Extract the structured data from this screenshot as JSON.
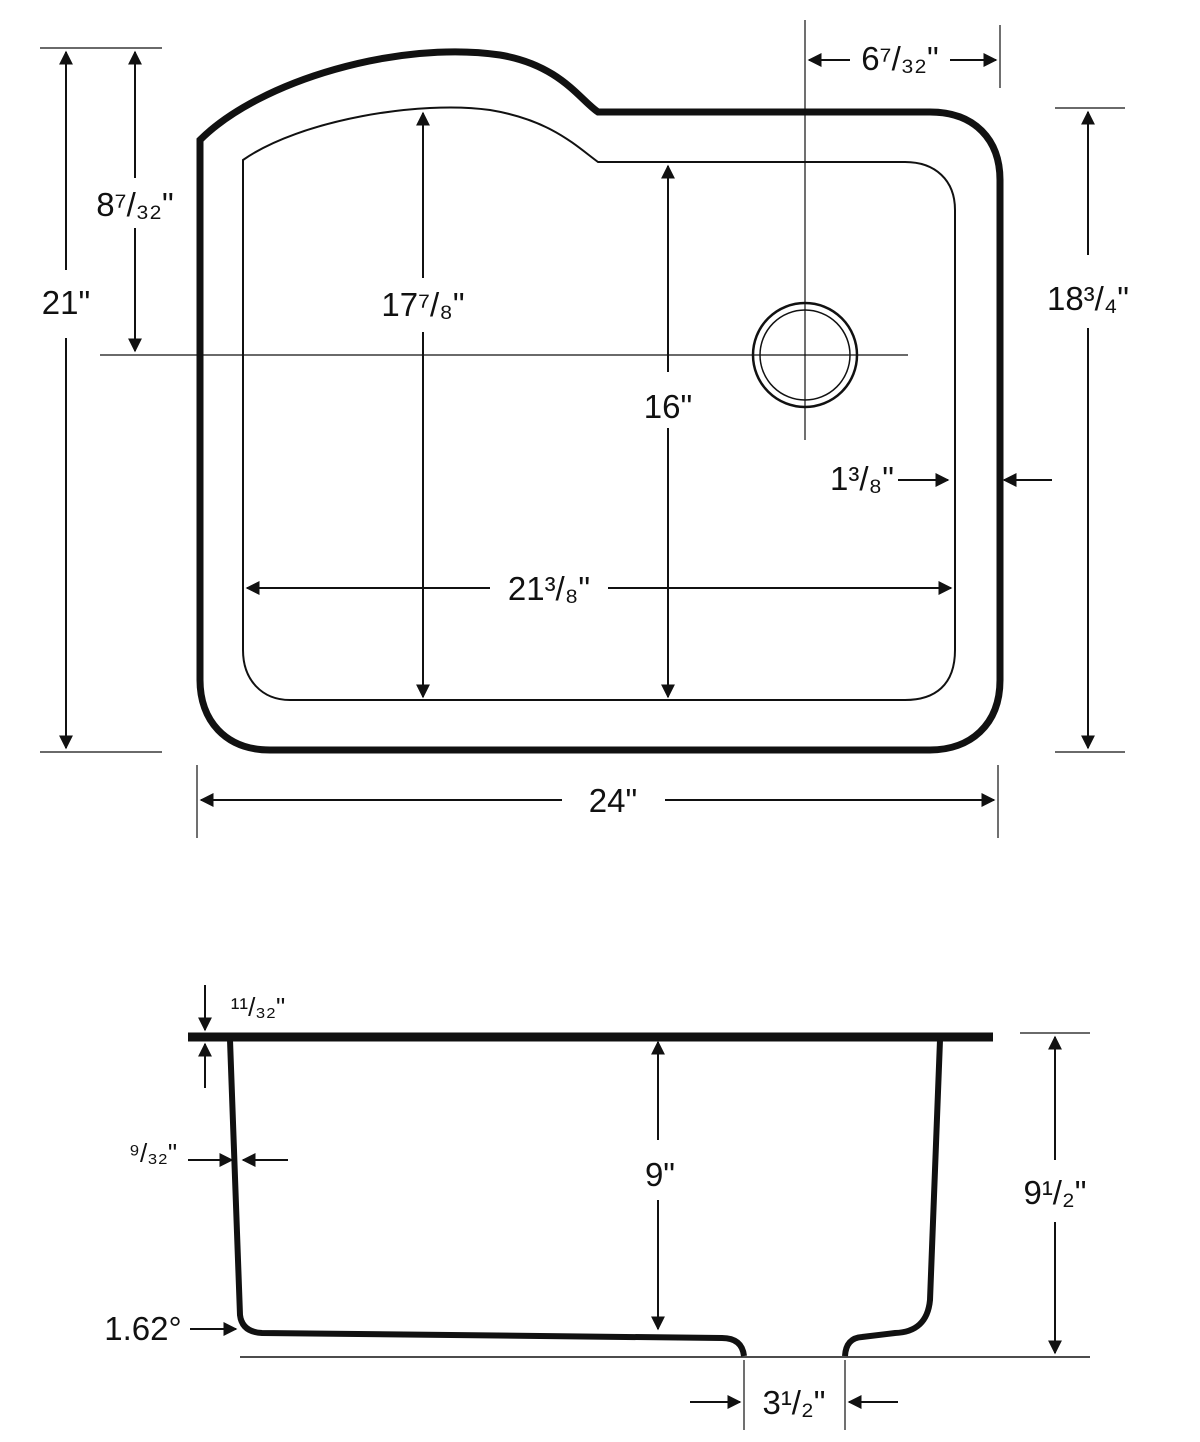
{
  "top_view": {
    "overall_height": "21\"",
    "drain_offset_from_top": "8⁷/₃₂\"",
    "bowl_depth_left": "17⁷/₈\"",
    "bowl_depth_right": "16\"",
    "drain_offset_from_right": "6⁷/₃₂\"",
    "right_side_height": "18³/₄\"",
    "rim_width": "1³/₈\"",
    "inner_width": "21³/₈\"",
    "overall_width": "24\""
  },
  "side_view": {
    "flange_thickness": "¹¹/₃₂\"",
    "wall_thickness": "⁹/₃₂\"",
    "inner_depth": "9\"",
    "overall_depth": "9¹/₂\"",
    "wall_angle": "1.62°",
    "drain_opening": "3¹/₂\""
  },
  "colors": {
    "line": "#111111",
    "background": "#ffffff"
  }
}
